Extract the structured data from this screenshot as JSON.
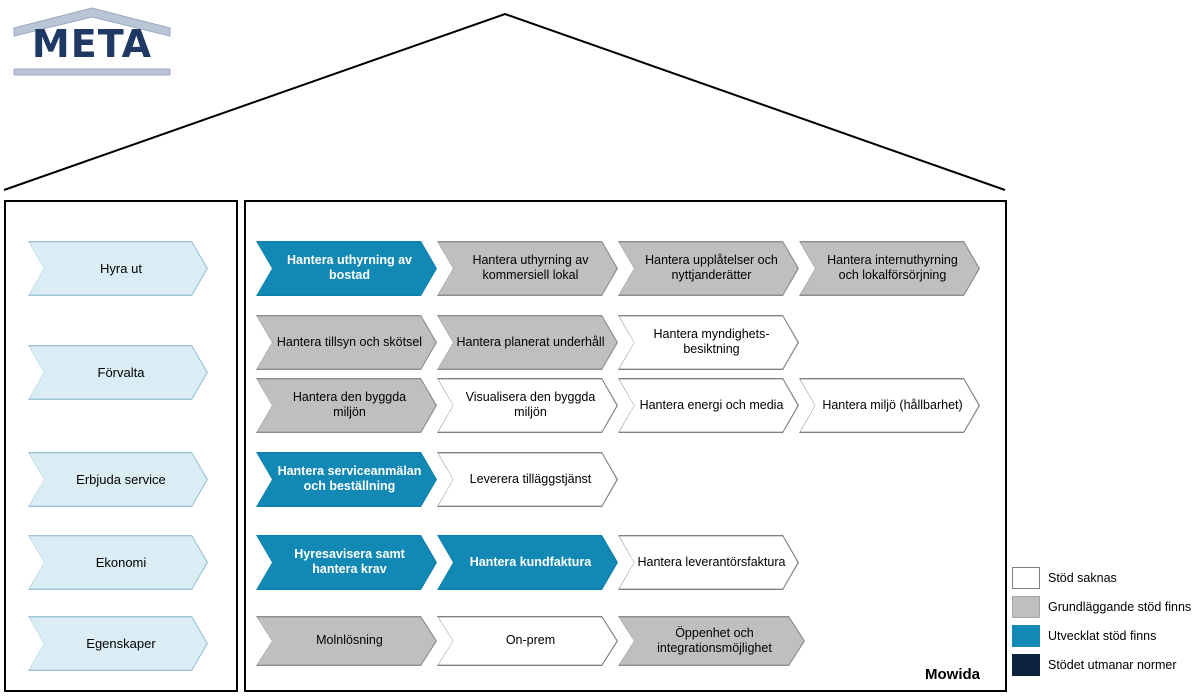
{
  "logo": {
    "text": "META",
    "color": "#1f3864"
  },
  "brand": {
    "label": "Mowida"
  },
  "colors": {
    "none": "#ffffff",
    "basic": "#bfbfbf",
    "developed": "#1288b5",
    "challenging": "#0c2340",
    "capability": "#daedf5",
    "outline": "#000000"
  },
  "left_column": {
    "items": [
      {
        "label": "Hyra ut"
      },
      {
        "label": "Förvalta"
      },
      {
        "label": "Erbjuda service"
      },
      {
        "label": "Ekonomi"
      },
      {
        "label": "Egenskaper"
      }
    ]
  },
  "rows": [
    {
      "name": "hyra-ut",
      "cells": [
        {
          "label": "Hantera uthyrning av bostad",
          "status": "developed"
        },
        {
          "label": "Hantera uthyrning av kommersiell lokal",
          "status": "basic"
        },
        {
          "label": "Hantera upplåtelser och nyttjanderätter",
          "status": "basic"
        },
        {
          "label": "Hantera internuthyrning och lokalförsörjning",
          "status": "basic"
        }
      ]
    },
    {
      "name": "forvalta-1",
      "cells": [
        {
          "label": "Hantera tillsyn och skötsel",
          "status": "basic"
        },
        {
          "label": "Hantera planerat underhåll",
          "status": "basic"
        },
        {
          "label": "Hantera myndighets-besiktning",
          "status": "none"
        }
      ]
    },
    {
      "name": "forvalta-2",
      "cells": [
        {
          "label": "Hantera den byggda miljön",
          "status": "basic"
        },
        {
          "label": "Visualisera den byggda miljön",
          "status": "none"
        },
        {
          "label": "Hantera energi och media",
          "status": "none"
        },
        {
          "label": "Hantera miljö (hållbarhet)",
          "status": "none"
        }
      ]
    },
    {
      "name": "erbjuda-service",
      "cells": [
        {
          "label": "Hantera serviceanmälan och beställning",
          "status": "developed"
        },
        {
          "label": "Leverera tilläggstjänst",
          "status": "none"
        }
      ]
    },
    {
      "name": "ekonomi",
      "cells": [
        {
          "label": "Hyresavisera samt hantera krav",
          "status": "developed"
        },
        {
          "label": "Hantera kundfaktura",
          "status": "developed"
        },
        {
          "label": "Hantera leverantörsfaktura",
          "status": "none"
        }
      ]
    },
    {
      "name": "egenskaper",
      "cells": [
        {
          "label": "Molnlösning",
          "status": "basic"
        },
        {
          "label": "On-prem",
          "status": "none"
        },
        {
          "label": "Öppenhet och integrationsmöjlighet",
          "status": "basic"
        }
      ]
    }
  ],
  "legend": {
    "items": [
      {
        "label": "Stöd saknas",
        "swatch": "none"
      },
      {
        "label": "Grundläggande stöd finns",
        "swatch": "basic"
      },
      {
        "label": "Utvecklat stöd finns",
        "swatch": "developed"
      },
      {
        "label": "Stödet utmanar normer",
        "swatch": "challenging"
      }
    ]
  }
}
